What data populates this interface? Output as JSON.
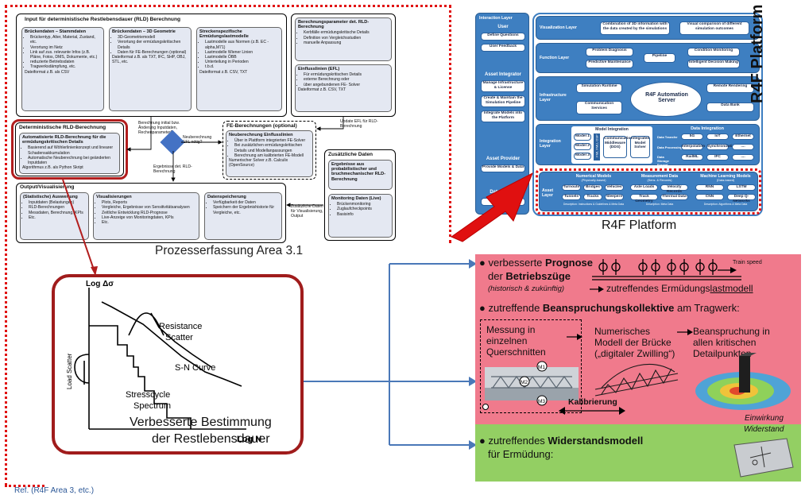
{
  "process": {
    "input_title": "Input für deterministische Restlebensdauer (RLD) Berechnung",
    "stamm": {
      "title": "Brückendaten – Stammdaten",
      "items": [
        "Brückentyp, Alter, Material, Zustand, etc.",
        "Verortung im Netz",
        "Link auf zus. relevante Infos (z.B. Pläne, Fotos, DMS, Dokumente, etc.)",
        "reduzierte Betriebsdaten",
        "Tragwerksdämpfung, etc."
      ],
      "footer": "Dateiformat z.B. als CSV"
    },
    "geo": {
      "title": "Brückendaten – 3D Geometrie",
      "items": [
        "3D-Geometriemodell",
        "Verortung der ermüdungskritischen Details",
        "Daten für FE-Berechnungen (optional)"
      ],
      "footer": "Dateiformat z.B. als TXT, IFC, SHP, OBJ, STL, etc."
    },
    "strecke": {
      "title": "Streckenspezifische Ermüdungslastmodelle",
      "items": [
        "Lastmodelle aus Normen (z.B. EC - alpha,M71)",
        "Lastmodelle Wiener Linien",
        "Lastmodelle ÖBB",
        "Unterteilung in Perioden",
        "t.b.d."
      ],
      "footer": "Dateiformat z.B. CSV, TXT"
    },
    "param": {
      "title": "Berechnungsparameter det. RLD-Berechnung",
      "items": [
        "Kerbfälle ermüdungskritische Details",
        "Definition von Vergleichsstudien",
        "manuelle Anpassung"
      ]
    },
    "efl": {
      "title": "Einflusslinien (EFL)",
      "items": [
        "Für ermüdungskritischen Details",
        "externe Berechnung oder",
        "über angebundenen FE- Solver"
      ],
      "footer": "Dateiformat z.B. CSV, TXT"
    },
    "det": {
      "title": "Deterministische RLD-Berechnung",
      "subtitle": "Automatisierte RLD-Berechnung für die ermüdungskritischen Details",
      "items": [
        "Basierend auf Wöhlerlinienkonzept und linearer Schadensakkumulation",
        "Automatische Neuberechnung bei geänderten Inputdaten"
      ],
      "footer": "Algorithmus z.B. als Python Skript"
    },
    "flow_initial": "Berechnung initial bzw. Änderung Inputdaten, Rechenparameter?",
    "flow_neu": "Neuberechnung EFL nötig?",
    "flow_update": "Update EFL für RLD-Berechnung",
    "flow_ergebnis": "Ergebnisse det. RLD-Berechnung",
    "fe": {
      "title": "FE-Berechnungen (optional)",
      "subtitle": "Neuberechnung Einflusslinien",
      "items": [
        "Über in Plattform integrierten FE-Solver",
        "Bei zusätzlichen ermüdungskritischen Details und Modellanpassungen",
        "Berechnung am kalibrierten FE-Modell"
      ],
      "footer": "Numerischer Solver z.B. Calculix (OpenSource)"
    },
    "zus": {
      "title": "Zusätzliche Daten",
      "erg_title": "Ergebnisse aus probabilistischer und bruchmechanischer RLD-Berechnung",
      "mon_title": "Monitoring Daten (Live)",
      "mon_items": [
        "Brückenmonitoring",
        "Zuglaufcheckpoints",
        "Basisinfo"
      ],
      "side": "Zusätzliche Daten für Visualisierung, Output"
    },
    "out": {
      "title": "Output/Visualisierung",
      "stat_title": "(Statistische) Auswertung",
      "stat_items": [
        "Inputdaten (Belastungen)",
        "RLD-Berechnungen",
        "Messdaten, Berechnung, KPIs",
        "Etc."
      ],
      "vis_title": "Visualisierungen",
      "vis_items": [
        "Plots, Reports",
        "Vergleiche, Ergebnisse von Sensitivitätsanalysen",
        "Zeitliche Entwicklung RLD-Prognose",
        "Live-Anzeige von Monitoringdaten, KPIs",
        "Etc."
      ],
      "ds_title": "Datenspeicherung",
      "ds_items": [
        "Verfügbarkeit der Daten",
        "Speichern der Ergebnishistorie für Vergleiche, etc."
      ]
    },
    "caption": "Prozesserfassung Area 3.1"
  },
  "sn": {
    "y_axis": "Log Δσ",
    "x_axis": "Log N",
    "load_scatter": "Load Scatter",
    "resistance": "Resistance",
    "scatter": "Scatter",
    "sn_curve": "S-N Curve",
    "stresscycle": "Stresscycle",
    "spectrum": "Spectrum",
    "caption_1": "Verbesserte Bestimmung",
    "caption_2": "der Restlebensdauer"
  },
  "platform": {
    "side_title": "R4F Platform",
    "caption": "R4F Platform",
    "left": {
      "interaction": "Interaction Layer",
      "user": "User",
      "define": "Define Questions",
      "feedback": "User Feedback",
      "integrator": "Asset Integrator",
      "manage": "Manage Infrastructure & License",
      "create": "Create & Maintain the Simulation Pipeline",
      "integrate": "Integrate Models into the Platform",
      "provider": "Asset Provider",
      "provide_models": "Provide Models & Data",
      "owner": "Data Owner",
      "provide_data": "Provide Data"
    },
    "vis_layer": "Visualization Layer",
    "vis_box_1": "Combination of 3D information with the data created by the simulations",
    "vis_box_2": "Visual comparison of different simulation outcomes",
    "func_layer": "Function Layer",
    "problem": "Problem Diagnosis",
    "predictive": "Predictive Maintenance",
    "pipeline": "Pipeline",
    "condition": "Condition Monitoring",
    "intelligent": "Intelligent Decision Making",
    "infra_layer": "Infrastructure Layer",
    "sim_runtime": "Simulation Runtime",
    "comm_services": "Communication Services",
    "server": "R4F Automation Server",
    "remote": "Remote Rendering",
    "databank": "Data Bank",
    "integ_layer": "Integration Layer",
    "model_integ": "Model Integration",
    "data_integ": "Data Integration",
    "models": [
      "Model 1",
      "Model 2",
      "Model 3"
    ],
    "fmi": "FMI, FMU, OSP",
    "comm_mw": "Communication Middleware (DDS)",
    "integrated": "Integrated Model Solver",
    "dt_rows": [
      "Data Transfer",
      "Data Processing",
      "Data Storage Format"
    ],
    "dt_cells": [
      "5G",
      "IoT",
      "Ethernet",
      "Interpolation",
      "Synchronization",
      "....",
      "RailML",
      "IFC",
      "...."
    ],
    "asset_layer": "Asset Layer",
    "num_title": "Numerical Models",
    "num_sub": "(Physically-based)",
    "num_cells": [
      "Turnouts",
      "Bridges",
      "Vehicles",
      "Tunnels",
      "Tracks",
      "Sleepers"
    ],
    "meas_title": "Measurement Data",
    "meas_sub": "(Sens. & Records)",
    "meas_cells": [
      "Axle Loads",
      "Velocity Records",
      "Track Geometry",
      "Thermal Data"
    ],
    "ml_title": "Machine Learning Models",
    "ml_sub": "(Data-based)",
    "ml_cells": [
      "RNN",
      "LSTM",
      "CNN",
      "Deep Q-Networks"
    ],
    "desc_1": "Description: Instructions & Guidelines & Meta Data",
    "desc_2": "Description: Meta Data",
    "desc_3": "Description: Algorithms & Meta Data"
  },
  "right": {
    "p1_a": "verbesserte ",
    "p1_b": "Prognose",
    "p1_c": "der ",
    "p1_d": "Betriebszüge",
    "p1_e": "(historisch & zukünftig)",
    "train_speed": "Train speed",
    "p1_arrow": "zutreffendes Ermüdungs",
    "p1_arrow_u": "lastmodell",
    "p2_a": "zutreffende ",
    "p2_b": "Beanspruchungskollektive",
    "p2_c": " am Tragwerk:",
    "mess": "Messung in einzelnen Querschnitten",
    "num": "Numerisches Modell der Brücke („digitaler Zwilling“)",
    "bean": "Beanspruchung in allen kritischen Detailpunkten",
    "kalib": "Kalibrierung",
    "m1": "M1",
    "m2": "M2",
    "m3": "M3",
    "einwirkung": "Einwirkung",
    "widerstand": "Widerstand",
    "p3_a": "zutreffendes ",
    "p3_b": "Widerstandsmodell",
    "p3_c": "für Ermüdung:"
  },
  "ref": "Ref. (R4F Area 3, etc.)",
  "colors": {
    "red": "#e01010",
    "pink": "#f07a8c",
    "green": "#93cf63",
    "blue": "#3e7fc1",
    "arrow_blue": "#4a78b8"
  }
}
